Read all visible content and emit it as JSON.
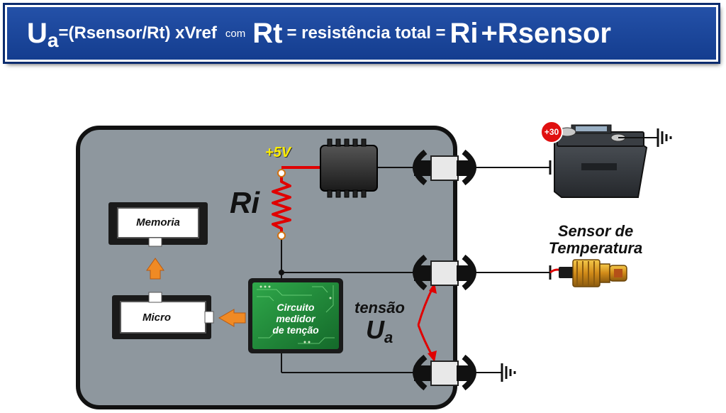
{
  "formula": {
    "ua_main": "U",
    "ua_sub": "a",
    "part1": "=(Rsensor/Rt) xVref",
    "com": "com",
    "rt": "Rt",
    "part2": "= resistência total =",
    "ri": "Ri",
    "part3": "+Rsensor"
  },
  "labels": {
    "voltage": "+5V",
    "ri": "Ri",
    "memoria": "Memoria",
    "micro": "Micro",
    "circuit_line1": "Circuito",
    "circuit_line2": "medidor",
    "circuit_line3": "de tenção",
    "tensao": "tensão",
    "ua_main": "U",
    "ua_sub": "a",
    "sensor_line1": "Sensor de",
    "sensor_line2": "Temperatura",
    "battery_terminal": "+30"
  },
  "colors": {
    "banner": "#1d4a9e",
    "ecu_fill": "#8e979e",
    "wire_red": "#e00000",
    "arrow_orange": "#f08a24",
    "pcb_green": "#1f8a3a",
    "voltage_label": "#ffee00"
  }
}
